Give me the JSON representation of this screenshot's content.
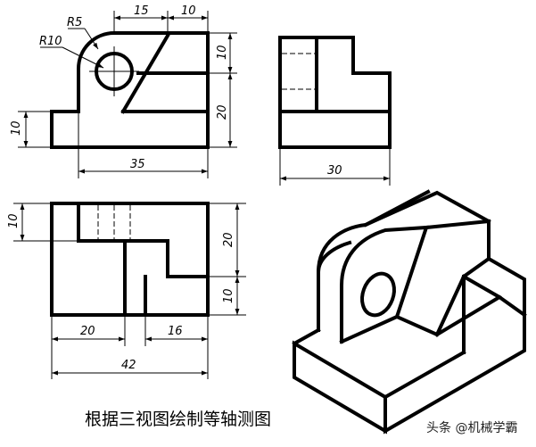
{
  "dimensions": {
    "front_top_left_width": "15",
    "front_top_right_width": "10",
    "fillet_radius": "R5",
    "hole_radius": "R10",
    "front_upper_height": "10",
    "front_lower_height": "20",
    "base_height": "10",
    "base_width": "35",
    "side_width": "30",
    "top_depth_upper": "10",
    "top_depth_middle": "20",
    "top_depth_lower": "10",
    "top_left_width": "20",
    "top_right_width": "16",
    "top_total_width": "42"
  },
  "caption": "根据三视图绘制等轴测图",
  "watermark": "头条 @机械学霸"
}
